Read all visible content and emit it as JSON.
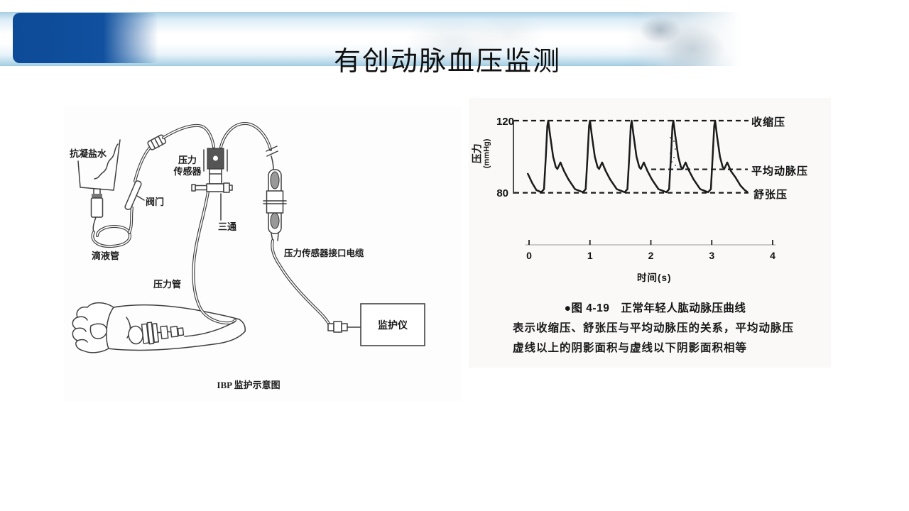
{
  "slide": {
    "title": "有创动脉血压监测"
  },
  "colors": {
    "accent_dark": "#0f4c9a",
    "band_blue": "#aed3e6",
    "ink": "#1d1d1d"
  },
  "ibp": {
    "caption": "IBP 监护示意图",
    "labels": {
      "saline": "抗凝盐水",
      "valve": "阀门",
      "transducer1": "压力",
      "transducer2": "传感器",
      "stopcock": "三通",
      "drip_tube": "滴液管",
      "pressure_tube": "压力管",
      "cable": "压力传感器接口电缆",
      "monitor": "监护仪"
    }
  },
  "chart_data": {
    "type": "line",
    "title": "●图 4-19　正常年轻人肱动脉压曲线",
    "description_lines": [
      "表示收缩压、舒张压与平均动脉压的关系，平均动脉压",
      "虚线以上的阴影面积与虚线以下阴影面积相等"
    ],
    "ylabel_line1": "压力",
    "ylabel_line2": "(mmHg)",
    "xlabel": "时间(s)",
    "xlim": [
      0,
      4
    ],
    "ylim": [
      80,
      120
    ],
    "x_ticks": [
      0,
      1,
      2,
      3,
      4
    ],
    "y_tick_labels": [
      "120",
      "80"
    ],
    "grid": false,
    "reference_lines": [
      {
        "label": "收缩压",
        "value": 120
      },
      {
        "label": "平均动脉压",
        "value": 93
      },
      {
        "label": "舒张压",
        "value": 80
      }
    ],
    "series": [
      {
        "name": "肱动脉压曲线",
        "points": [
          [
            -0.02,
            90.5
          ],
          [
            0.05,
            85.5
          ],
          [
            0.12,
            81.5
          ],
          [
            0.2,
            80.3
          ],
          [
            0.245,
            82
          ],
          [
            0.275,
            100
          ],
          [
            0.3,
            117
          ],
          [
            0.315,
            120
          ],
          [
            0.345,
            112
          ],
          [
            0.395,
            100
          ],
          [
            0.44,
            94.2
          ],
          [
            0.465,
            93.2
          ],
          [
            0.515,
            96.8
          ],
          [
            0.575,
            92
          ],
          [
            0.645,
            87.5
          ],
          [
            0.755,
            82
          ],
          [
            0.885,
            80.3
          ],
          [
            0.93,
            82
          ],
          [
            0.96,
            100
          ],
          [
            0.985,
            117
          ],
          [
            1.0,
            120
          ],
          [
            1.03,
            112
          ],
          [
            1.08,
            100
          ],
          [
            1.125,
            94.2
          ],
          [
            1.15,
            93.2
          ],
          [
            1.2,
            96.8
          ],
          [
            1.26,
            92
          ],
          [
            1.33,
            87.5
          ],
          [
            1.44,
            82
          ],
          [
            1.57,
            80.3
          ],
          [
            1.615,
            82
          ],
          [
            1.645,
            100
          ],
          [
            1.67,
            117
          ],
          [
            1.685,
            120
          ],
          [
            1.715,
            112
          ],
          [
            1.765,
            100
          ],
          [
            1.81,
            94.2
          ],
          [
            1.835,
            93.2
          ],
          [
            1.885,
            96.8
          ],
          [
            1.945,
            92
          ],
          [
            2.015,
            87.5
          ],
          [
            2.125,
            82
          ],
          [
            2.255,
            80.3
          ],
          [
            2.3,
            82
          ],
          [
            2.33,
            100
          ],
          [
            2.355,
            117
          ],
          [
            2.37,
            120
          ],
          [
            2.4,
            112
          ],
          [
            2.45,
            100
          ],
          [
            2.495,
            94.2
          ],
          [
            2.52,
            93.2
          ],
          [
            2.57,
            96.8
          ],
          [
            2.63,
            92
          ],
          [
            2.7,
            87.5
          ],
          [
            2.81,
            82
          ],
          [
            2.94,
            80.3
          ],
          [
            2.985,
            82
          ],
          [
            3.015,
            100
          ],
          [
            3.04,
            117
          ],
          [
            3.055,
            120
          ],
          [
            3.085,
            112
          ],
          [
            3.135,
            100
          ],
          [
            3.18,
            94.2
          ],
          [
            3.205,
            93.2
          ],
          [
            3.255,
            96.8
          ],
          [
            3.315,
            92
          ],
          [
            3.39,
            88.5
          ],
          [
            3.47,
            84
          ],
          [
            3.54,
            81.5
          ],
          [
            3.58,
            80.6
          ]
        ]
      }
    ]
  }
}
